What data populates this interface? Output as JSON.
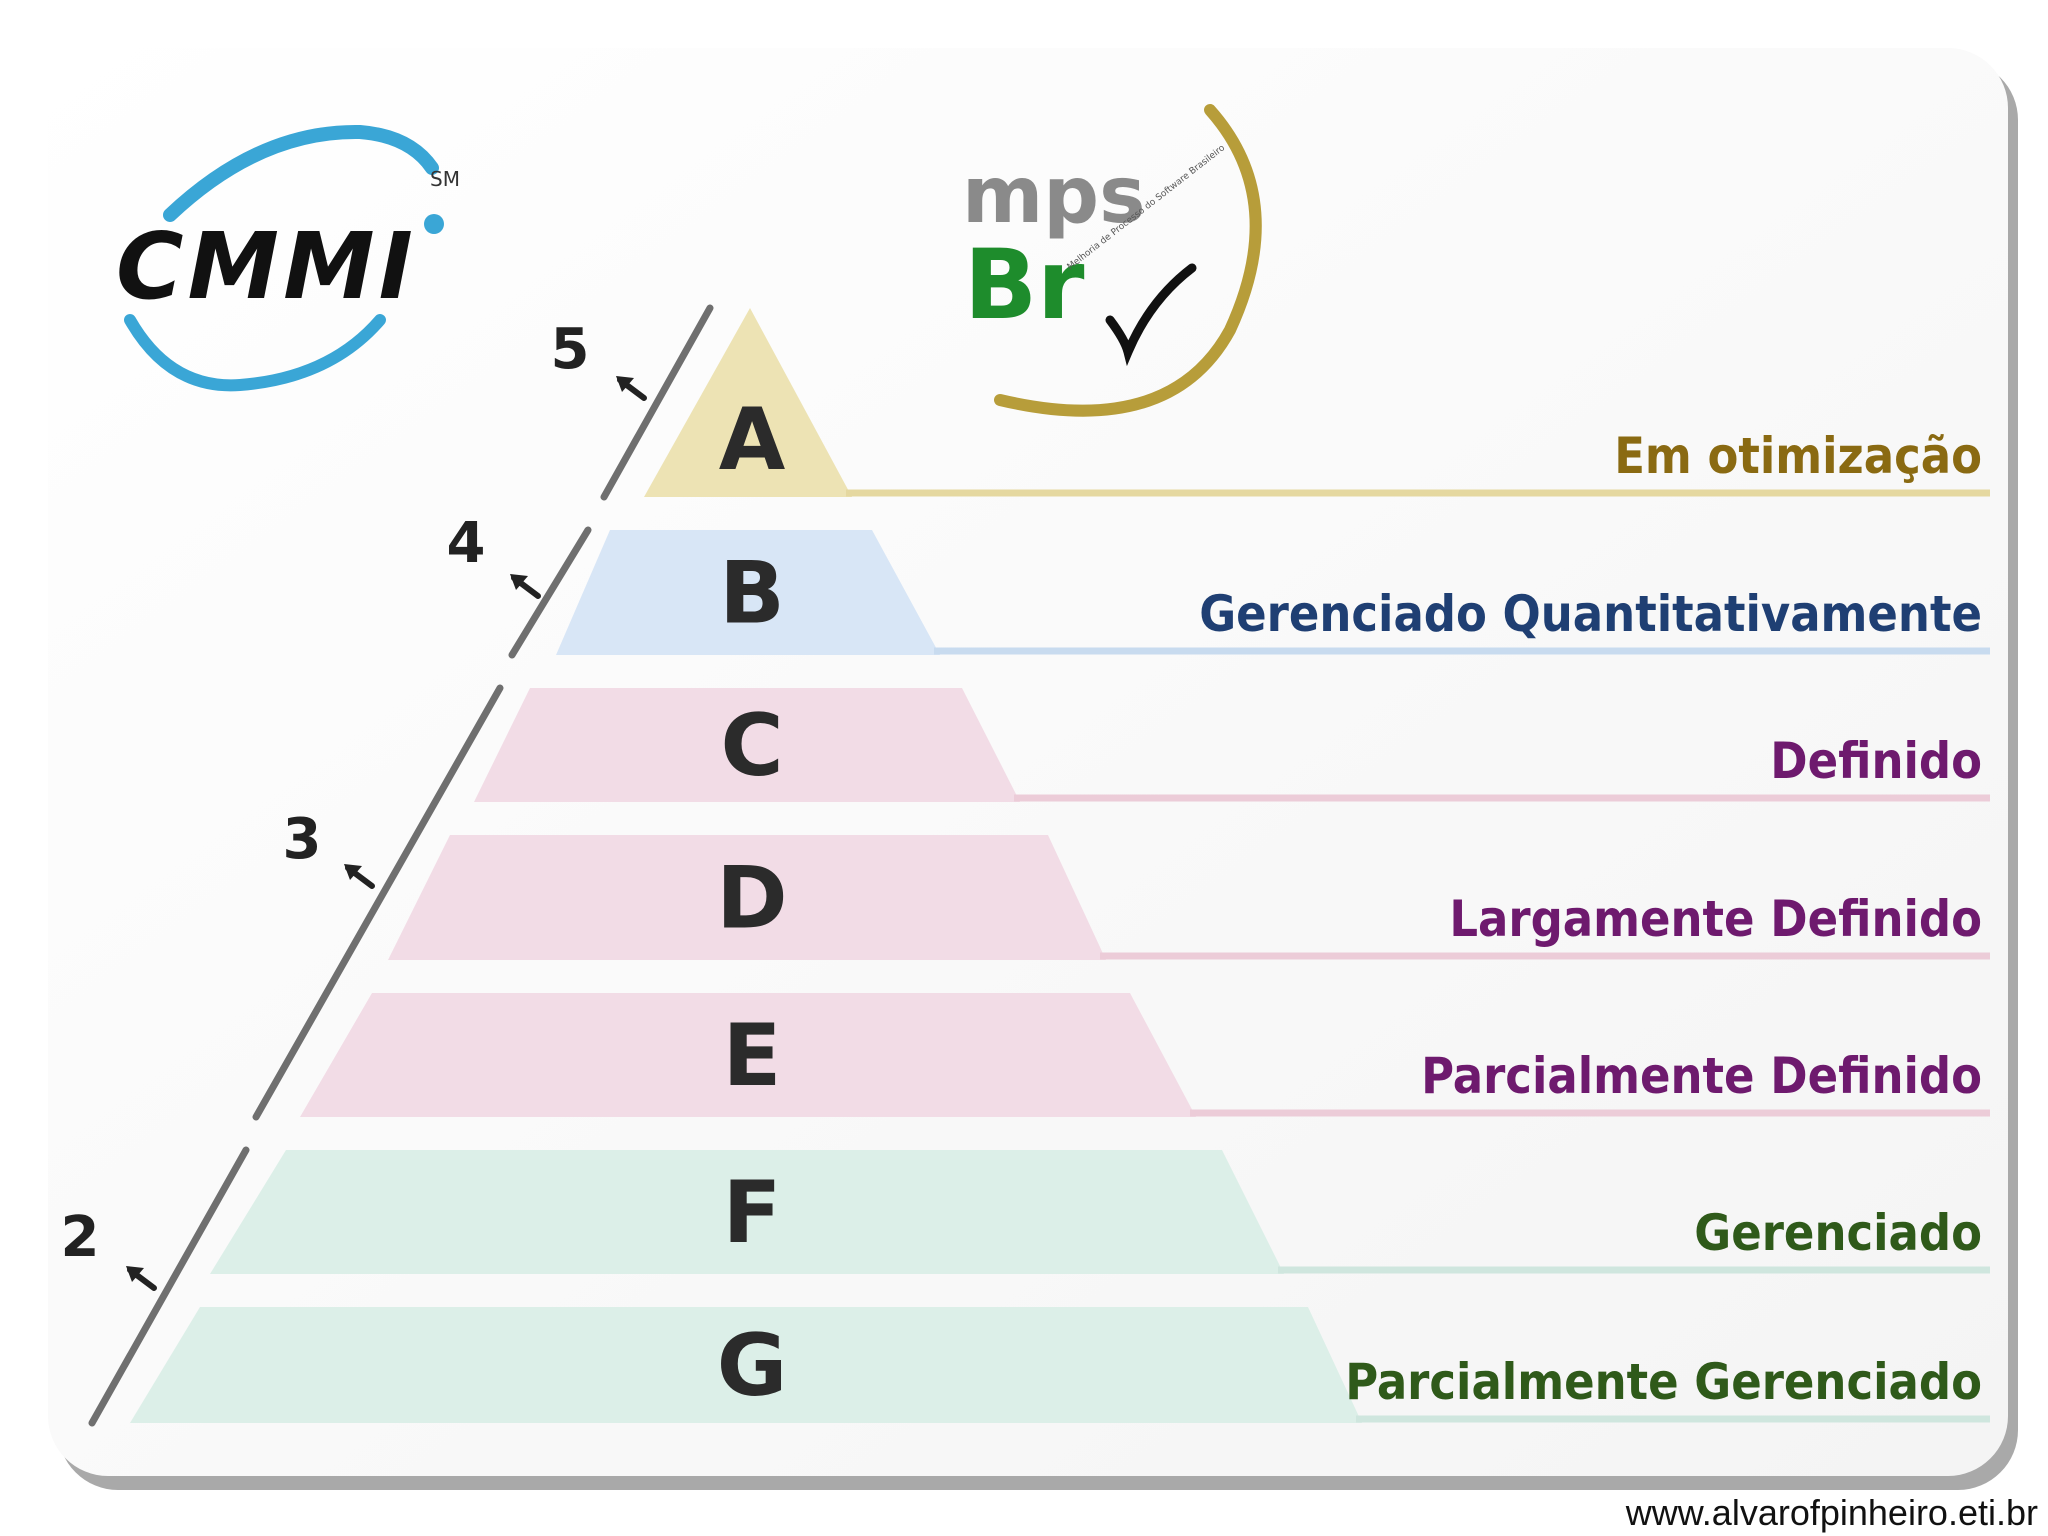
{
  "logos": {
    "cmmi": {
      "text": "CMMI",
      "superscript": "SM",
      "swoosh_color": "#3aa6d6",
      "text_color": "#111111"
    },
    "mpsbr": {
      "top": "mps",
      "bottom": "Br",
      "tagline": "Melhoria de Processo do Software Brasileiro",
      "top_color": "#8a8a8a",
      "bottom_color": "#1e8c2c",
      "ring_color": "#b79d3a"
    }
  },
  "levels": [
    {
      "letter": "A",
      "name": "Em otimização",
      "fill": "#ede3b4",
      "line": "#e5d8a0",
      "text_color": "#8a6a12"
    },
    {
      "letter": "B",
      "name": "Gerenciado Quantitativamente",
      "fill": "#d8e6f6",
      "line": "#c8dbef",
      "text_color": "#1f3f73"
    },
    {
      "letter": "C",
      "name": "Definido",
      "fill": "#f2dce6",
      "line": "#ecccd8",
      "text_color": "#6e1a6e"
    },
    {
      "letter": "D",
      "name": "Largamente Definido",
      "fill": "#f2dce6",
      "line": "#ecccd8",
      "text_color": "#6e1a6e"
    },
    {
      "letter": "E",
      "name": "Parcialmente Definido",
      "fill": "#f2dce6",
      "line": "#ecccd8",
      "text_color": "#6e1a6e"
    },
    {
      "letter": "F",
      "name": "Gerenciado",
      "fill": "#dcefe8",
      "line": "#cfe6de",
      "text_color": "#2f5a1a"
    },
    {
      "letter": "G",
      "name": "Parcialmente Gerenciado",
      "fill": "#dcefe8",
      "line": "#cfe6de",
      "text_color": "#2f5a1a"
    }
  ],
  "cmmi_levels": [
    {
      "number": "5"
    },
    {
      "number": "4"
    },
    {
      "number": "3"
    },
    {
      "number": "2"
    }
  ],
  "footer": "www.alvarofpinheiro.eti.br"
}
